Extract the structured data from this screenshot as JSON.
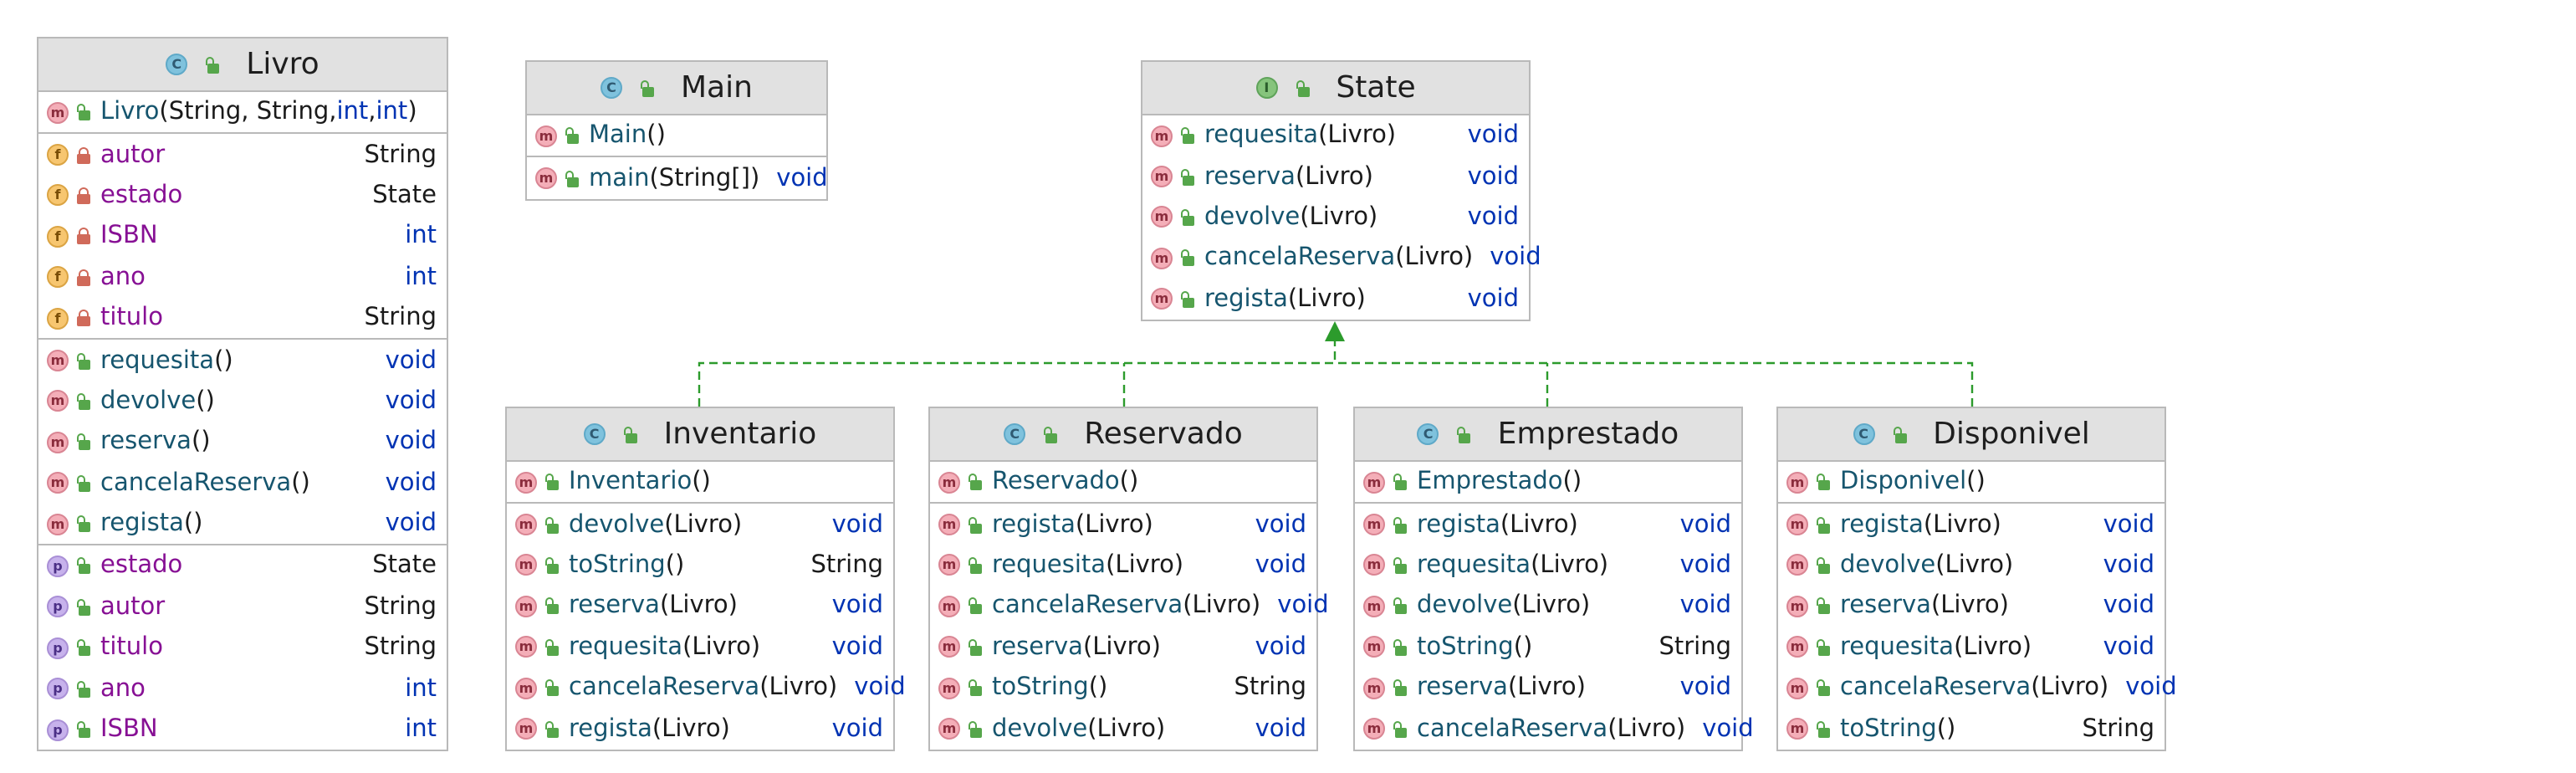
{
  "classes": {
    "livro": {
      "name": "Livro",
      "kind": "C",
      "constructor": {
        "name": "Livro",
        "p1": "(String, String, ",
        "p2": "int",
        "p3": ", ",
        "p4": "int",
        "p5": ")"
      },
      "fields": [
        {
          "name": "autor",
          "type": "String"
        },
        {
          "name": "estado",
          "type": "State"
        },
        {
          "name": "ISBN",
          "type": "int"
        },
        {
          "name": "ano",
          "type": "int"
        },
        {
          "name": "titulo",
          "type": "String"
        }
      ],
      "methods": [
        {
          "name": "requesita",
          "params": "()",
          "type": "void"
        },
        {
          "name": "devolve",
          "params": "()",
          "type": "void"
        },
        {
          "name": "reserva",
          "params": "()",
          "type": "void"
        },
        {
          "name": "cancelaReserva",
          "params": "()",
          "type": "void"
        },
        {
          "name": "regista",
          "params": "()",
          "type": "void"
        }
      ],
      "properties": [
        {
          "name": "estado",
          "type": "State"
        },
        {
          "name": "autor",
          "type": "String"
        },
        {
          "name": "titulo",
          "type": "String"
        },
        {
          "name": "ano",
          "type": "int"
        },
        {
          "name": "ISBN",
          "type": "int"
        }
      ]
    },
    "main": {
      "name": "Main",
      "kind": "C",
      "constructor": {
        "name": "Main",
        "params": "()"
      },
      "methods": [
        {
          "name": "main",
          "params": "(String[])",
          "type": "void"
        }
      ]
    },
    "state": {
      "name": "State",
      "kind": "I",
      "methods": [
        {
          "name": "requesita",
          "params": "(Livro)",
          "type": "void"
        },
        {
          "name": "reserva",
          "params": "(Livro)",
          "type": "void"
        },
        {
          "name": "devolve",
          "params": "(Livro)",
          "type": "void"
        },
        {
          "name": "cancelaReserva",
          "params": "(Livro)",
          "type": "void"
        },
        {
          "name": "regista",
          "params": "(Livro)",
          "type": "void"
        }
      ]
    },
    "inventario": {
      "name": "Inventario",
      "kind": "C",
      "constructor": {
        "name": "Inventario",
        "params": "()"
      },
      "methods": [
        {
          "name": "devolve",
          "params": "(Livro)",
          "type": "void"
        },
        {
          "name": "toString",
          "params": "()",
          "type": "String"
        },
        {
          "name": "reserva",
          "params": "(Livro)",
          "type": "void"
        },
        {
          "name": "requesita",
          "params": "(Livro)",
          "type": "void"
        },
        {
          "name": "cancelaReserva",
          "params": "(Livro)",
          "type": "void"
        },
        {
          "name": "regista",
          "params": "(Livro)",
          "type": "void"
        }
      ]
    },
    "reservado": {
      "name": "Reservado",
      "kind": "C",
      "constructor": {
        "name": "Reservado",
        "params": "()"
      },
      "methods": [
        {
          "name": "regista",
          "params": "(Livro)",
          "type": "void"
        },
        {
          "name": "requesita",
          "params": "(Livro)",
          "type": "void"
        },
        {
          "name": "cancelaReserva",
          "params": "(Livro)",
          "type": "void"
        },
        {
          "name": "reserva",
          "params": "(Livro)",
          "type": "void"
        },
        {
          "name": "toString",
          "params": "()",
          "type": "String"
        },
        {
          "name": "devolve",
          "params": "(Livro)",
          "type": "void"
        }
      ]
    },
    "emprestado": {
      "name": "Emprestado",
      "kind": "C",
      "constructor": {
        "name": "Emprestado",
        "params": "()"
      },
      "methods": [
        {
          "name": "regista",
          "params": "(Livro)",
          "type": "void"
        },
        {
          "name": "requesita",
          "params": "(Livro)",
          "type": "void"
        },
        {
          "name": "devolve",
          "params": "(Livro)",
          "type": "void"
        },
        {
          "name": "toString",
          "params": "()",
          "type": "String"
        },
        {
          "name": "reserva",
          "params": "(Livro)",
          "type": "void"
        },
        {
          "name": "cancelaReserva",
          "params": "(Livro)",
          "type": "void"
        }
      ]
    },
    "disponivel": {
      "name": "Disponivel",
      "kind": "C",
      "constructor": {
        "name": "Disponivel",
        "params": "()"
      },
      "methods": [
        {
          "name": "regista",
          "params": "(Livro)",
          "type": "void"
        },
        {
          "name": "devolve",
          "params": "(Livro)",
          "type": "void"
        },
        {
          "name": "reserva",
          "params": "(Livro)",
          "type": "void"
        },
        {
          "name": "requesita",
          "params": "(Livro)",
          "type": "void"
        },
        {
          "name": "cancelaReserva",
          "params": "(Livro)",
          "type": "void"
        },
        {
          "name": "toString",
          "params": "()",
          "type": "String"
        }
      ]
    }
  },
  "badges": {
    "method": "m",
    "field": "f",
    "property": "p"
  },
  "colors": {
    "arrow": "#2c9b2c",
    "header": "#e1e1e1",
    "border": "#b9b9b9"
  }
}
